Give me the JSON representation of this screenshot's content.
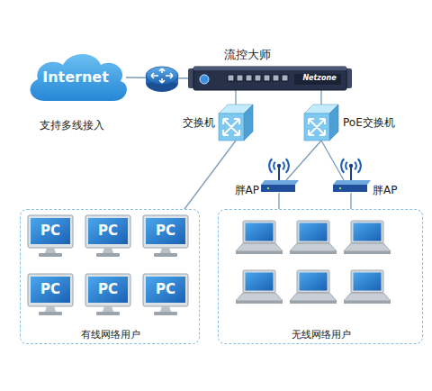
{
  "diagram": {
    "nodes": [
      {
        "text": [
          "Internet"
        ]
      },
      {
        "text": [
          "流控大师",
          "Netzone"
        ]
      },
      {
        "text": [
          "交换机"
        ]
      },
      {
        "text": [
          "PoE交换机"
        ]
      },
      {
        "text": [
          "胖AP"
        ]
      },
      {
        "text": [
          "胖AP"
        ]
      },
      {
        "text": [
          "有线网络用户"
        ]
      },
      {
        "text": [
          "PC"
        ],
        "in": 6
      },
      {
        "text": [
          "PC"
        ],
        "in": 6
      },
      {
        "text": [
          "PC"
        ],
        "in": 6
      },
      {
        "text": [
          "PC"
        ],
        "in": 6
      },
      {
        "text": [
          "PC"
        ],
        "in": 6
      },
      {
        "text": [
          "PC"
        ],
        "in": 6
      },
      {
        "text": [
          "无线网络用户"
        ]
      }
    ],
    "edges": [
      {
        "from": 0,
        "to": 1,
        "arrow": "none"
      },
      {
        "from": 1,
        "to": 2,
        "arrow": "none"
      },
      {
        "from": 1,
        "to": 3,
        "arrow": "none"
      },
      {
        "from": 2,
        "to": 6,
        "arrow": "none"
      },
      {
        "from": 3,
        "to": 4,
        "arrow": "none"
      },
      {
        "from": 3,
        "to": 5,
        "arrow": "none"
      },
      {
        "from": 4,
        "to": 13,
        "arrow": "none"
      },
      {
        "from": 5,
        "to": 13,
        "arrow": "none"
      }
    ],
    "labels": [
      "支持多线接入"
    ]
  }
}
